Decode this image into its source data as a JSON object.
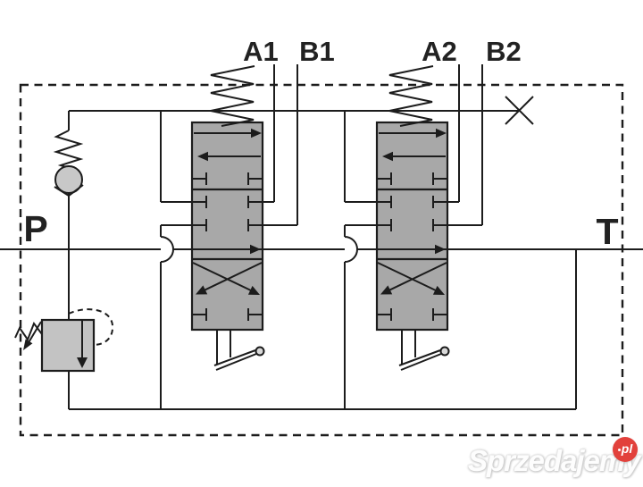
{
  "schematic": {
    "port_labels": {
      "a1": "A1",
      "b1": "B1",
      "a2": "A2",
      "b2": "B2",
      "p": "P",
      "t": "T"
    }
  },
  "watermark": {
    "name": "Sprzedajemy",
    "domain": "pl"
  },
  "colors": {
    "background": "#ffffff",
    "line": "#1c1c1c",
    "valve_fill": "#a8a8a8",
    "relief_valve_fill": "#c3c3c3",
    "ball_fill": "#c8c8c8",
    "knob_fill": "#d9d9d9",
    "watermark_badge": "#e2413c",
    "watermark_text": "#fdfdfd"
  }
}
